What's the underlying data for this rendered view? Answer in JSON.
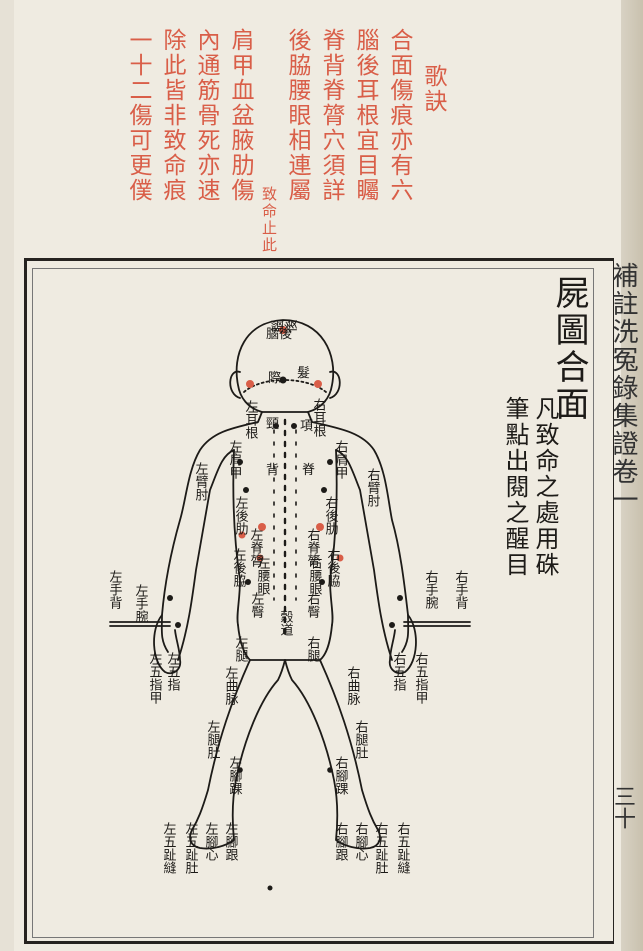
{
  "verse": {
    "heading": "歌訣",
    "lines": [
      "合面傷痕亦有六",
      "腦後耳根宜目矚",
      "脊背脊膂穴須詳",
      "後脇腰眼相連屬",
      "肩甲血盆腋肋傷",
      "內通筋骨死亦速",
      "除此皆非致命痕",
      "一十二傷可更僕"
    ],
    "note": "致命止此"
  },
  "title": {
    "main": "屍圖合面",
    "sub_1": "凡致命之處用硃",
    "sub_2": "筆點出閱之醒目",
    "running_head": "補註洗冤錄集證",
    "chapter": "卷一",
    "folio": "三十"
  },
  "labels": {
    "naohou": "腦後",
    "fa": "髮",
    "ji": "際",
    "erhou_right": "右耳根",
    "erhou_left": "左耳根",
    "xiang": "項",
    "jing": "頸",
    "ji2": "脊",
    "bei": "背",
    "jianjia_left": "左肩甲",
    "jianjia_right": "右肩甲",
    "houlei_left": "左後肋",
    "houlei_right": "右後肋",
    "zhou_left": "左臂肘",
    "zhou_right": "右臂肘",
    "jilv_left": "左脊膂",
    "jilv_right": "右脊膂",
    "houxie_left": "左後脇",
    "houxie_right": "右後脇",
    "yaoyan_left": "左腰眼",
    "yaoyan_right": "右腰眼",
    "tun_left": "左臀",
    "tun_right": "右臀",
    "gudao": "穀道",
    "shouwan_left": "左手腕",
    "shouwan_right": "右手腕",
    "shoubei_left": "左手背",
    "shoubei_right": "右手背",
    "tui_left": "左腿",
    "tui_right": "右腿",
    "wuzhi_left": "左五指",
    "wuzhijia_left": "左五指甲",
    "wuzhi_right": "右五指",
    "wuzhijia_right": "右五指甲",
    "quxiu_left": "左曲脉",
    "quxiu_right": "右曲脉",
    "tuidu_left": "左腿肚",
    "tuidu_right": "右腿肚",
    "jiaohuai_left": "左腳踝",
    "jiaohuai_right": "右腳踝",
    "jiaogen_left": "左腳跟",
    "jiaoxin_left": "左腳心",
    "zhidu_left": "左五趾肚",
    "zhifeng_left": "左五趾縫",
    "jiaogen_right": "右腳跟",
    "jiaoxin_right": "右腳心",
    "zhidu_right": "右五趾肚",
    "zhifeng_right": "右五趾縫"
  },
  "colors": {
    "ink": "#1d1b18",
    "vermilion": "#d95e48",
    "paper": "#efebe1"
  }
}
